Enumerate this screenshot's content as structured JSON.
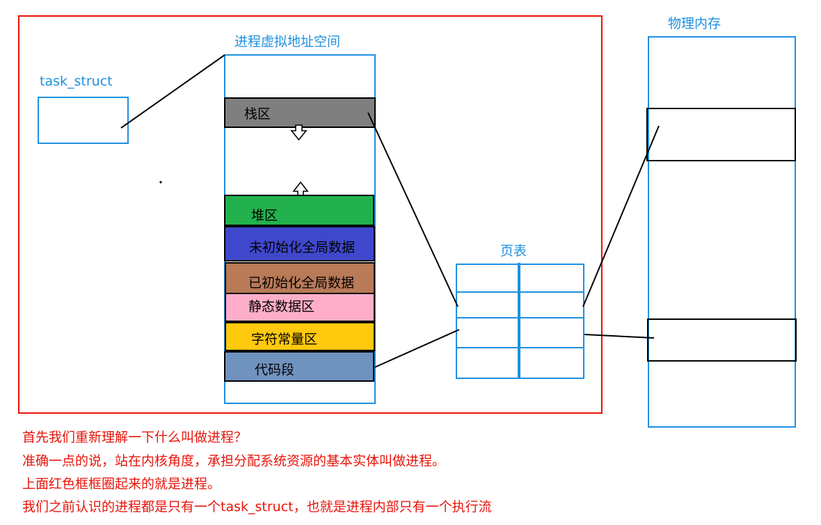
{
  "labels": {
    "task_struct": "task_struct",
    "vaddr_space": "进程虚拟地址空间",
    "page_table": "页表",
    "physical_memory": "物理内存"
  },
  "segments": [
    {
      "name": "stack",
      "label": "栈区",
      "color": "#7f7f7f"
    },
    {
      "name": "heap",
      "label": "堆区",
      "color": "#22b14c"
    },
    {
      "name": "bss",
      "label": "未初始化全局数据",
      "color": "#3f48cc"
    },
    {
      "name": "data",
      "label": "已初始化全局数据",
      "color": "#b97a57"
    },
    {
      "name": "static",
      "label": "静态数据区",
      "color": "#ffaec9"
    },
    {
      "name": "const",
      "label": "字符常量区",
      "color": "#ffc90e"
    },
    {
      "name": "code",
      "label": "代码段",
      "color": "#7092be"
    }
  ],
  "colors": {
    "process_border": "#e8140a",
    "box_blue": "#1e90e0",
    "line": "#000000"
  },
  "notes": [
    "首先我们重新理解一下什么叫做进程？",
    "准确一点的说，站在内核角度，承担分配系统资源的基本实体叫做进程。",
    "上面红色框框圈起来的就是进程。",
    "我们之前认识的进程都是只有一个task_struct，也就是进程内部只有一个执行流"
  ]
}
